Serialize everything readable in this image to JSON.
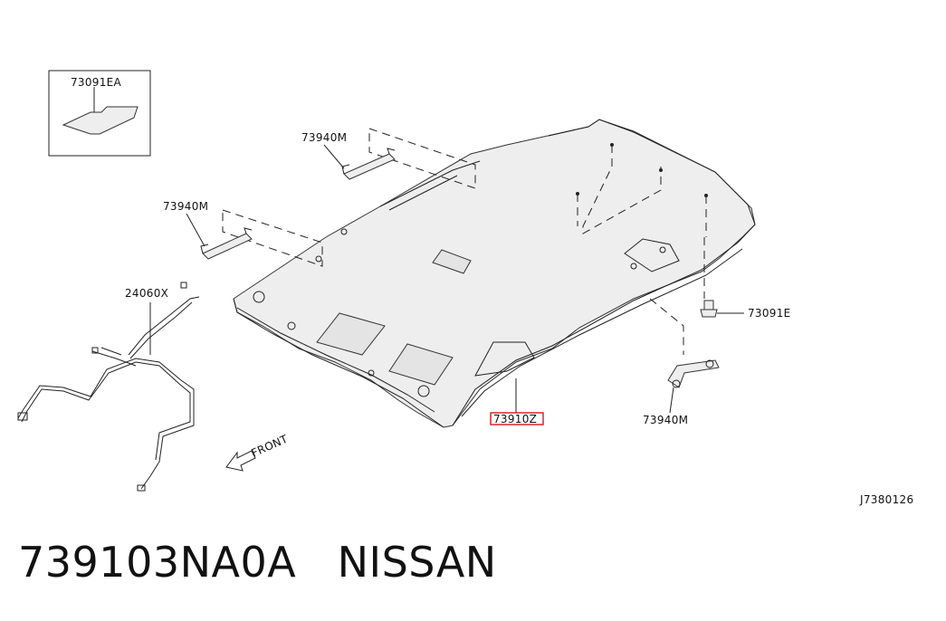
{
  "diagram": {
    "labels": {
      "inset_part": "73091EA",
      "grip_top": "73940M",
      "grip_left": "73940M",
      "harness": "24060X",
      "clip": "73091E",
      "headliner": "73910Z",
      "grip_right": "73940M",
      "front": "FRONT",
      "ref_code": "J7380126"
    },
    "highlight_color": "#e0242a"
  },
  "caption": {
    "part_number": "739103NA0A",
    "brand": "NISSAN"
  }
}
